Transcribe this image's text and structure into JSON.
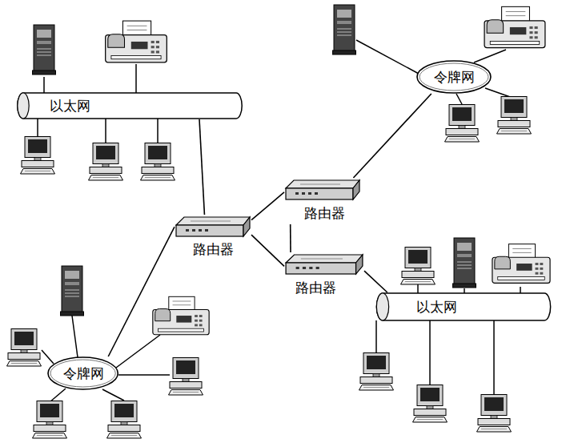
{
  "diagram": {
    "nodes": [
      {
        "text": [
          "以太网"
        ]
      },
      {
        "text": [
          "令牌网"
        ]
      },
      {
        "text": [
          "路由器"
        ]
      },
      {
        "text": [
          "路由器"
        ]
      },
      {
        "text": [
          "路由器"
        ]
      },
      {
        "text": [
          "令牌网"
        ]
      },
      {
        "text": [
          "以太网"
        ]
      }
    ],
    "edges": [
      {
        "from": 0,
        "to": 3,
        "arrow": "none"
      },
      {
        "from": 2,
        "to": 1,
        "arrow": "none"
      },
      {
        "from": 3,
        "to": 2,
        "arrow": "none"
      },
      {
        "from": 2,
        "to": 4,
        "arrow": "none"
      },
      {
        "from": 3,
        "to": 5,
        "arrow": "none"
      },
      {
        "from": 3,
        "to": 4,
        "arrow": "none"
      },
      {
        "from": 4,
        "to": 6,
        "arrow": "none"
      }
    ]
  }
}
